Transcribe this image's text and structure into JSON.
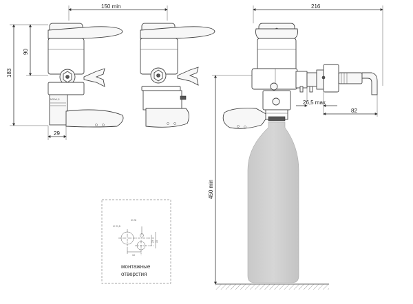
{
  "dimensions": {
    "width_150": "150  min",
    "width_216": "216",
    "height_183": "183",
    "height_90": "90",
    "width_29": "29",
    "width_26_5": "26,5 max",
    "width_82": "82",
    "height_450": "450  min"
  },
  "mounting_holes": {
    "caption_line1": "монтажные",
    "caption_line2": "отверстия",
    "label_diam": "∅ 21,5",
    "label_r": "∅ 26",
    "label_a": "15",
    "label_b": "23",
    "label_c": "10"
  },
  "small_label": "M32x1,5"
}
